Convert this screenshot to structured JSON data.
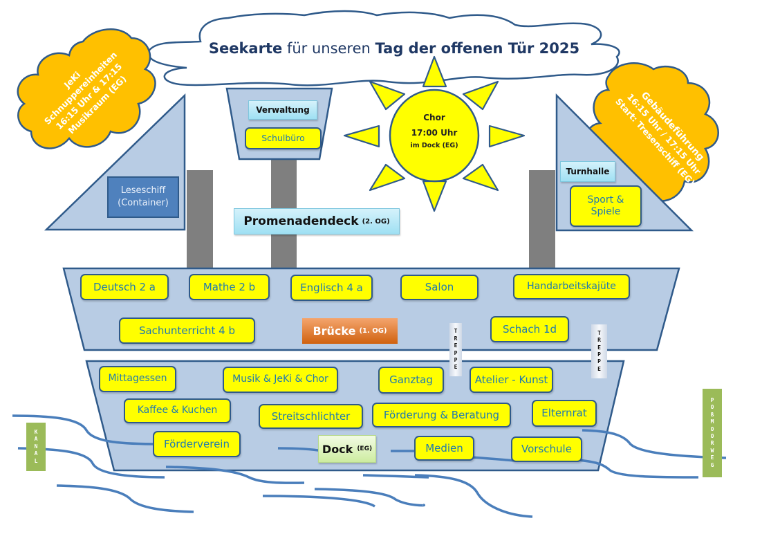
{
  "title": {
    "part1_bold": "Seekarte",
    "part2": "für unseren",
    "part3_bold": "Tag der offenen Tür 2025"
  },
  "clouds": {
    "left": {
      "lines": [
        "JeKi",
        "Schnuppereinheiten",
        "16:15 Uhr & 17:15",
        "Musikraum (EG)"
      ]
    },
    "right": {
      "lines": [
        "Gebäudeführung",
        "16:15 Uhr / 17:15  Uhr",
        "Start: Tresenschiff (EG)"
      ]
    }
  },
  "sun": {
    "title": "Chor",
    "time": "17:00 Uhr",
    "place": "im Dock (EG)"
  },
  "verwaltung": {
    "label": "Verwaltung",
    "rooms": [
      "Schulbüro"
    ]
  },
  "leseschiff": {
    "line1": "Leseschiff",
    "line2": "(Container)"
  },
  "turnhalle": {
    "label": "Turnhalle",
    "rooms": [
      "Sport &",
      "Spiele"
    ]
  },
  "decks": {
    "promenadendeck": {
      "name": "Promenadendeck",
      "floor": "(2. OG)"
    },
    "bruecke": {
      "name": "Brücke",
      "floor": "(1. OG)",
      "rooms": [
        "Deutsch 2 a",
        "Mathe 2 b",
        "Englisch 4 a",
        "Salon",
        "Handarbeitskajüte",
        "Sachunterricht 4 b",
        "Schach 1d"
      ]
    },
    "dock": {
      "name": "Dock",
      "floor": "(EG)",
      "rooms": [
        "Mittagessen",
        "Musik & JeKi & Chor",
        "Ganztag",
        "Atelier - Kunst",
        "Kaffee & Kuchen",
        "Streitschlichter",
        "Förderung & Beratung",
        "Elternrat",
        "Förderverein",
        "Medien",
        "Vorschule"
      ]
    }
  },
  "stairs": {
    "label_letters": [
      "T",
      "R",
      "E",
      "P",
      "P",
      "E"
    ]
  },
  "signs": {
    "left": {
      "letters": [
        "K",
        "A",
        "N",
        "A",
        "L"
      ]
    },
    "right": {
      "letters": [
        "P",
        "O",
        "ß",
        "M",
        "O",
        "O",
        "R",
        "W",
        "E",
        "G"
      ]
    }
  },
  "colors": {
    "deck_fill": "#b8cce4",
    "outline": "#2f5a8a",
    "room_fill": "#ffff00",
    "room_text": "#1f7ab0",
    "cloud_fill": "#ffc000",
    "sun_fill": "#ffff00",
    "water": "#4a7ebb",
    "bridge_label": "#e26b0a",
    "dock_label": "#d7efb0",
    "street_sign": "#9bbb59",
    "leseschiff": "#4f81bd",
    "title_text": "#1f3864"
  }
}
